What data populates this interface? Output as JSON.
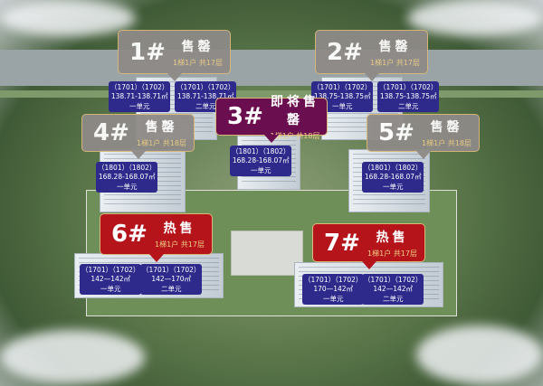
{
  "colors": {
    "sold": "#8e8a87",
    "coming": "#6b0e4f",
    "hot": "#b5141b",
    "unit_box": "#2d2a8c",
    "floors_text": "#f0cf86"
  },
  "buildings": [
    {
      "num": "1#",
      "status": "售罄",
      "floors": "1梯1户 共17层",
      "type": "sold",
      "units": [
        {
          "rooms": "（1701）（1702）",
          "area": "138.71-138.71㎡",
          "unit": "一单元"
        },
        {
          "rooms": "（1701）（1702）",
          "area": "138.71-138.71㎡",
          "unit": "二单元"
        }
      ]
    },
    {
      "num": "2#",
      "status": "售罄",
      "floors": "1梯1户 共17层",
      "type": "sold",
      "units": [
        {
          "rooms": "（1701）（1702）",
          "area": "138.75-138.75㎡",
          "unit": "一单元"
        },
        {
          "rooms": "（1701）（1702）",
          "area": "138.75-138.75㎡",
          "unit": "二单元"
        }
      ]
    },
    {
      "num": "3#",
      "status": "即将售罄",
      "floors": "1梯1户 共18层",
      "type": "coming",
      "units": [
        {
          "rooms": "（1801）（1802）",
          "area": "168.28-168.07㎡",
          "unit": "一单元"
        }
      ]
    },
    {
      "num": "4#",
      "status": "售罄",
      "floors": "1梯1户 共18层",
      "type": "sold",
      "units": [
        {
          "rooms": "（1801）（1802）",
          "area": "168.28-168.07㎡",
          "unit": "一单元"
        }
      ]
    },
    {
      "num": "5#",
      "status": "售罄",
      "floors": "1梯1户 共18层",
      "type": "sold",
      "units": [
        {
          "rooms": "（1801）（1802）",
          "area": "168.28-168.07㎡",
          "unit": "一单元"
        }
      ]
    },
    {
      "num": "6#",
      "status": "热售",
      "floors": "1梯1户 共17层",
      "type": "hot",
      "units": [
        {
          "rooms": "（1701）（1702）",
          "area": "142—142㎡",
          "unit": "一单元"
        },
        {
          "rooms": "（1701）（1702）",
          "area": "142—170㎡",
          "unit": "二单元"
        }
      ]
    },
    {
      "num": "7#",
      "status": "热售",
      "floors": "1梯1户 共17层",
      "type": "hot",
      "units": [
        {
          "rooms": "（1701）（1702）",
          "area": "170—142㎡",
          "unit": "一单元"
        },
        {
          "rooms": "（1701）（1702）",
          "area": "142—142㎡",
          "unit": "二单元"
        }
      ]
    }
  ]
}
